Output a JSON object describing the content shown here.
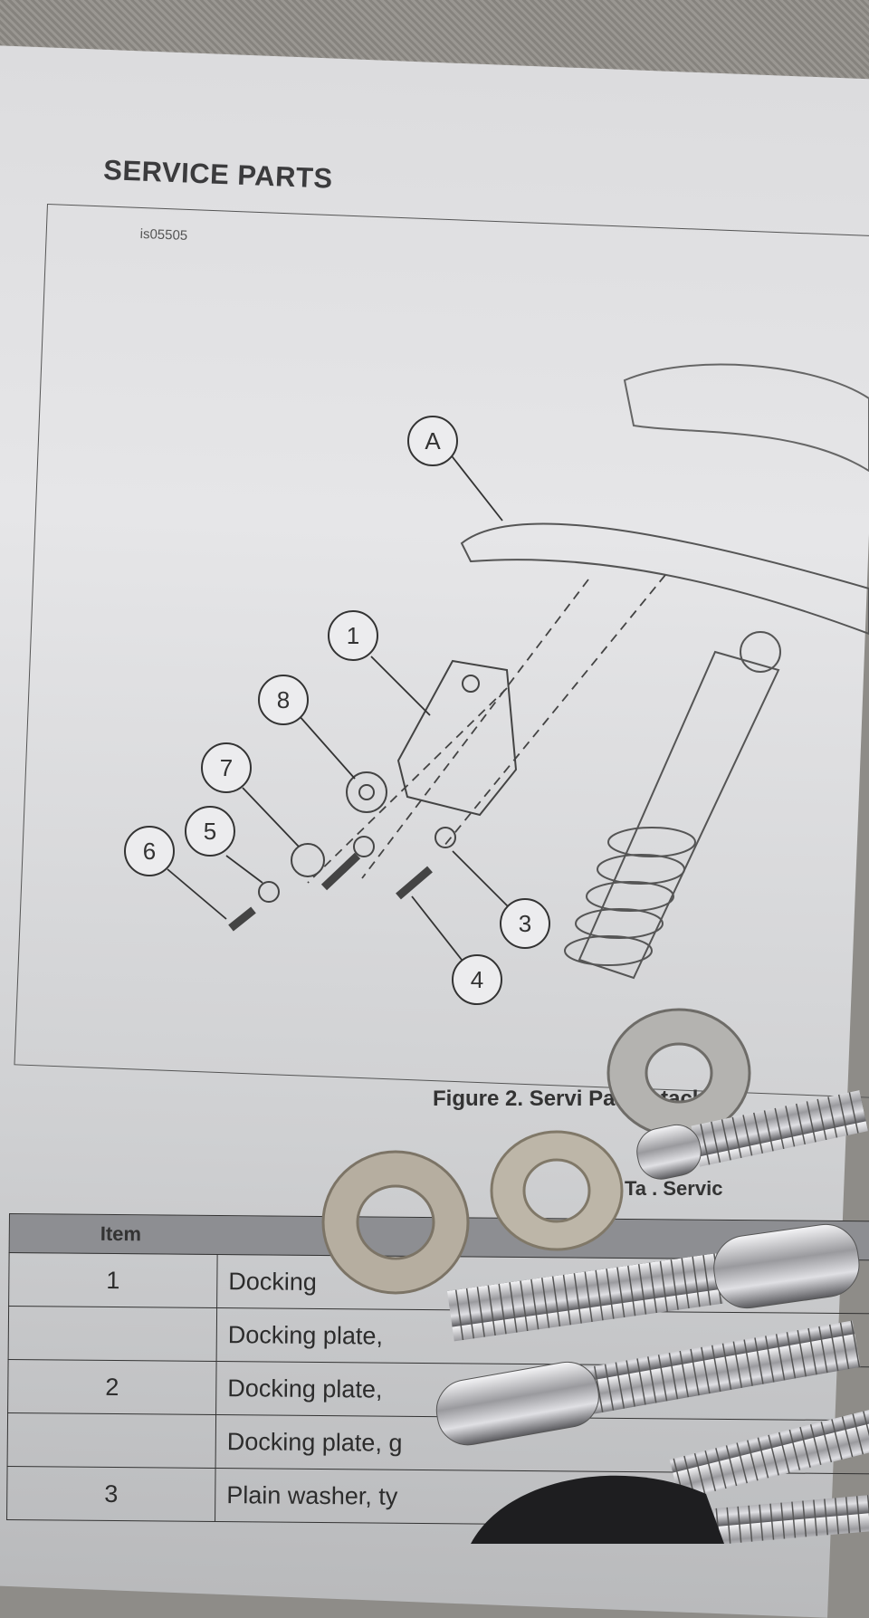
{
  "page": {
    "heading": "SERVICE PARTS",
    "figure_id": "is05505",
    "caption": "Figure 2. Servi  Parts  etacha",
    "table_caption": "Ta  . Servic"
  },
  "callouts": [
    "A",
    "1",
    "8",
    "7",
    "5",
    "6",
    "3",
    "4"
  ],
  "table": {
    "header": "Item",
    "rows": [
      {
        "item": "1",
        "desc": "Docking"
      },
      {
        "item": "",
        "desc": "Docking plate,"
      },
      {
        "item": "2",
        "desc": "Docking plate,"
      },
      {
        "item": "",
        "desc": "Docking plate, g"
      },
      {
        "item": "3",
        "desc": "Plain washer, ty"
      }
    ]
  },
  "colors": {
    "paper": "#e2e2e4",
    "ink": "#3a3a3c",
    "table_header": "#8d8e92",
    "chrome": "#c8c8cc"
  }
}
